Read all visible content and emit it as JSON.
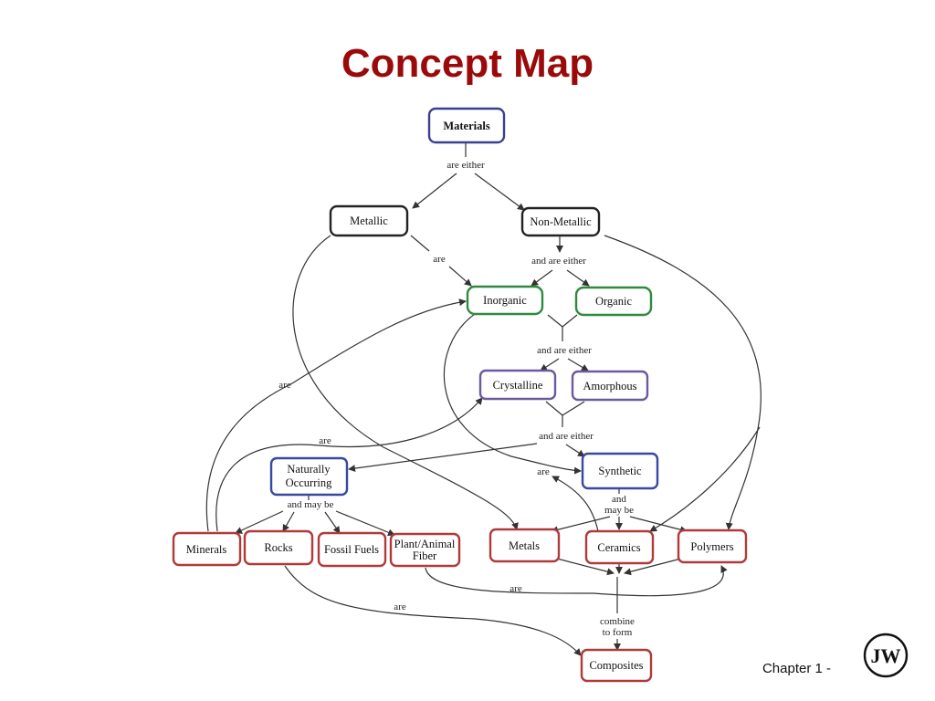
{
  "title": "Concept Map",
  "footer": "Chapter 1 -",
  "logo_text": "JW",
  "colors": {
    "title": "#9b0a0a",
    "root": "#3a3f8f",
    "black": "#222222",
    "green": "#2f8a3f",
    "purple": "#6b5a9e",
    "blue": "#3848a0",
    "red": "#b03a3a"
  },
  "nodes": {
    "materials": "Materials",
    "metallic": "Metallic",
    "non_metallic": "Non-Metallic",
    "inorganic": "Inorganic",
    "organic": "Organic",
    "crystalline": "Crystalline",
    "amorphous": "Amorphous",
    "naturally_line1": "Naturally",
    "naturally_line2": "Occurring",
    "synthetic": "Synthetic",
    "minerals": "Minerals",
    "rocks": "Rocks",
    "fossil_fuels": "Fossil Fuels",
    "plant_line1": "Plant/Animal",
    "plant_line2": "Fiber",
    "metals": "Metals",
    "ceramics": "Ceramics",
    "polymers": "Polymers",
    "composites": "Composites"
  },
  "links": {
    "are_either": "are either",
    "are_metallic": "are",
    "and_are_either_1": "and are either",
    "and_are_either_2": "and are either",
    "and_are_either_3": "and are either",
    "are_left": "are",
    "are_mid_left": "are",
    "are_synthetic": "are",
    "and_may_be_1": "and may be",
    "and_line": "and",
    "may_be_line": "may be",
    "are_bottom": "are",
    "are_rocks": "are",
    "combine": "combine",
    "to_form": "to form"
  }
}
